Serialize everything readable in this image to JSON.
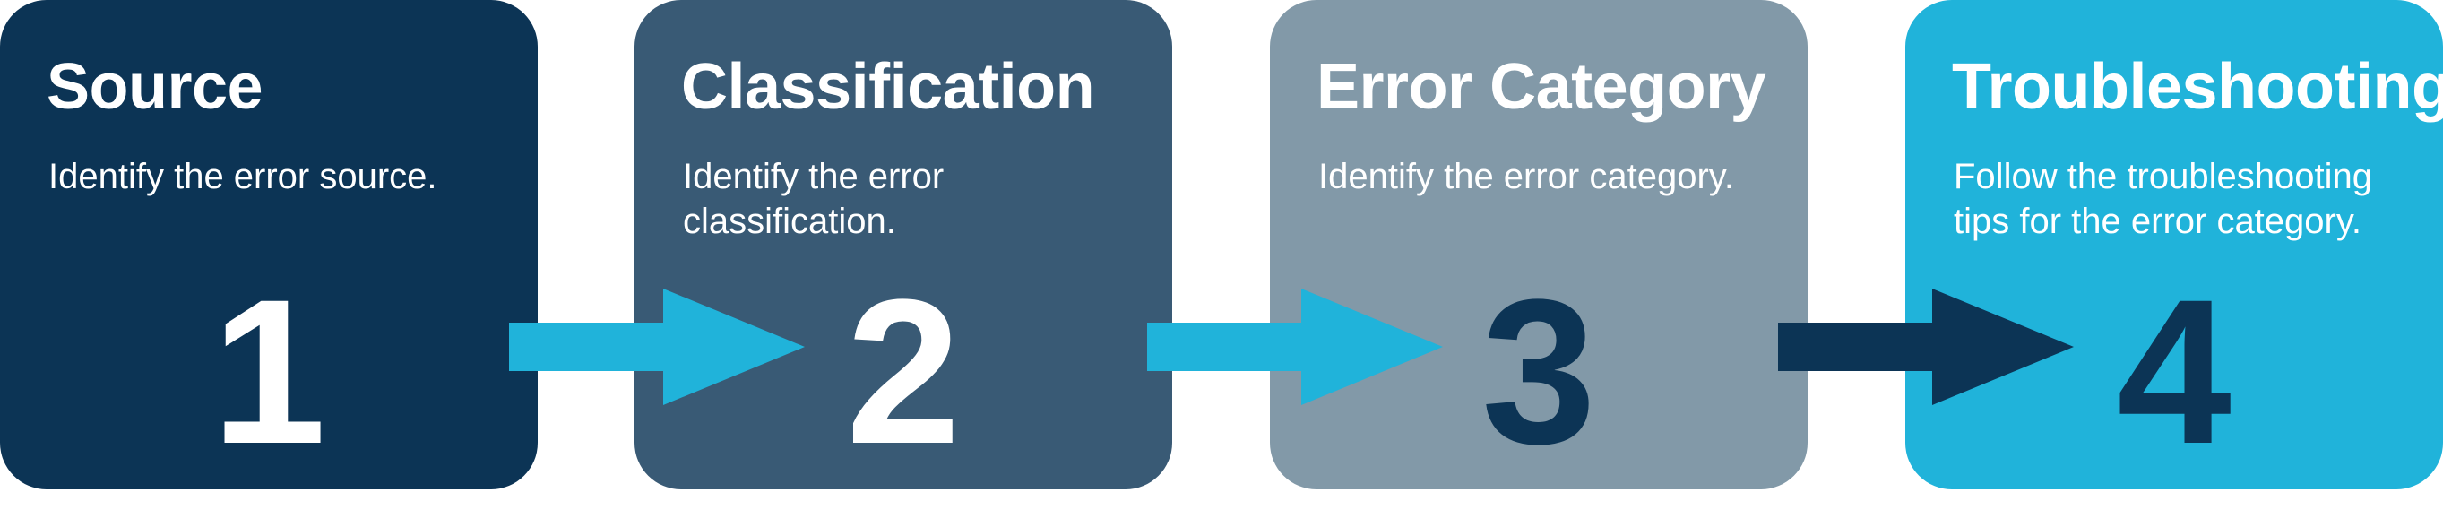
{
  "steps": [
    {
      "title": "Source",
      "description": "Identify the error source.",
      "number": "1",
      "bg_color": "#0c3455",
      "text_color": "#ffffff",
      "number_color": "#ffffff"
    },
    {
      "title": "Classification",
      "description": "Identify the error classification.",
      "number": "2",
      "bg_color": "#395a75",
      "text_color": "#ffffff",
      "number_color": "#ffffff"
    },
    {
      "title": "Error Category",
      "description": "Identify the error category.",
      "number": "3",
      "bg_color": "#8299a8",
      "text_color": "#ffffff",
      "number_color": "#0c3455"
    },
    {
      "title": "Troubleshooting",
      "description": "Follow the troubleshooting tips for the error category.",
      "number": "4",
      "bg_color": "#20b3da",
      "text_color": "#ffffff",
      "number_color": "#0c3455"
    }
  ],
  "arrows": [
    {
      "color": "#20b3da"
    },
    {
      "color": "#20b3da"
    },
    {
      "color": "#0c3455"
    }
  ]
}
